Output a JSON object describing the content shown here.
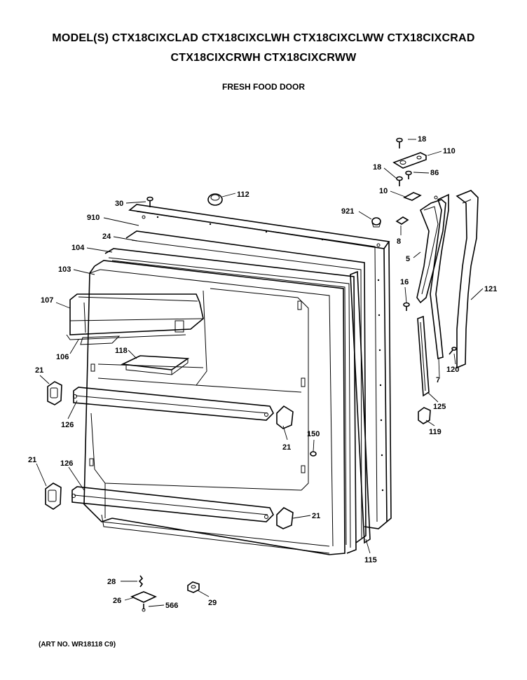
{
  "header": {
    "model_line1": "MODEL(S) CTX18CIXCLAD CTX18CIXCLWH CTX18CIXCLWW CTX18CIXCRAD",
    "model_line2": "CTX18CIXCRWH CTX18CIXCRWW",
    "section": "FRESH FOOD DOOR"
  },
  "footer": {
    "art_no": "(ART NO. WR18118 C9)"
  },
  "callouts": [
    "18",
    "110",
    "18",
    "86",
    "10",
    "921",
    "8",
    "112",
    "30",
    "910",
    "24",
    "104",
    "103",
    "107",
    "106",
    "118",
    "5",
    "16",
    "121",
    "7",
    "120",
    "125",
    "119",
    "21",
    "126",
    "21",
    "150",
    "21",
    "126",
    "21",
    "115",
    "28",
    "26",
    "566",
    "29"
  ]
}
